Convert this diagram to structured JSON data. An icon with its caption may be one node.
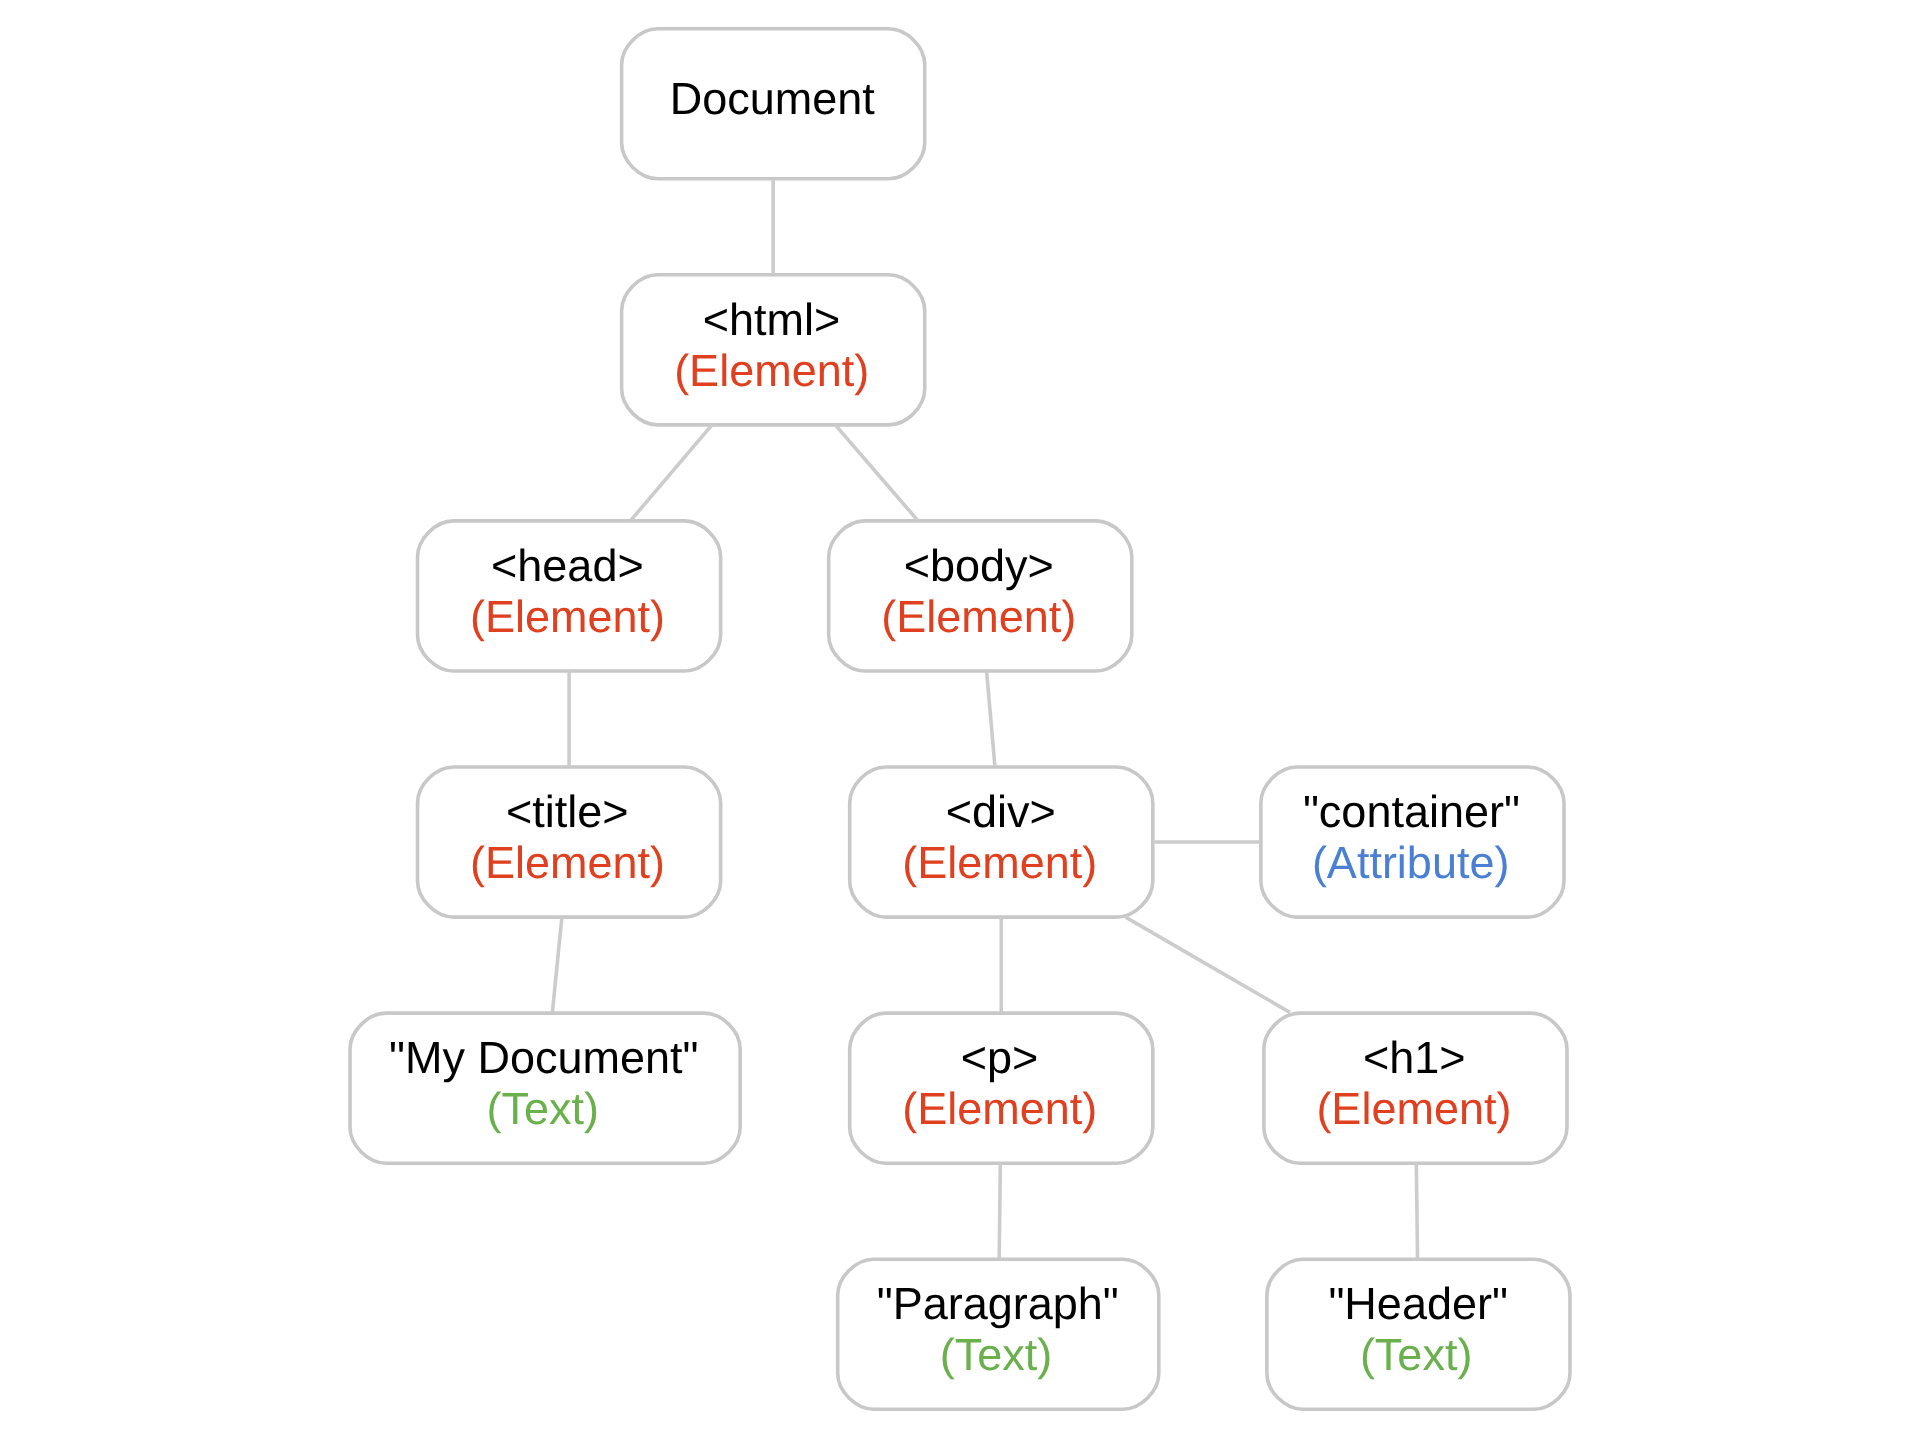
{
  "diagram": {
    "nodes": [
      {
        "text": [
          "Document"
        ]
      },
      {
        "text": [
          "<html>",
          "(Element)"
        ]
      },
      {
        "text": [
          "<head>",
          "(Element)"
        ]
      },
      {
        "text": [
          "<body>",
          "(Element)"
        ]
      },
      {
        "text": [
          "<title>",
          "(Element)"
        ]
      },
      {
        "text": [
          "<div>",
          "(Element)"
        ]
      },
      {
        "text": [
          "\"container\"",
          "(Attribute)"
        ]
      },
      {
        "text": [
          "\"My Document\"",
          "(Text)"
        ]
      },
      {
        "text": [
          "<p>",
          "(Element)"
        ]
      },
      {
        "text": [
          "<h1>",
          "(Element)"
        ]
      },
      {
        "text": [
          "\"Paragraph\"",
          "(Text)"
        ]
      },
      {
        "text": [
          "\"Header\"",
          "(Text)"
        ]
      }
    ],
    "edges": [
      {
        "from": 0,
        "to": 1,
        "arrow": "none"
      },
      {
        "from": 1,
        "to": 2,
        "arrow": "none"
      },
      {
        "from": 1,
        "to": 3,
        "arrow": "none"
      },
      {
        "from": 2,
        "to": 4,
        "arrow": "none"
      },
      {
        "from": 4,
        "to": 7,
        "arrow": "none"
      },
      {
        "from": 3,
        "to": 5,
        "arrow": "none"
      },
      {
        "from": 5,
        "to": 6,
        "arrow": "none"
      },
      {
        "from": 5,
        "to": 8,
        "arrow": "none"
      },
      {
        "from": 5,
        "to": 9,
        "arrow": "none"
      },
      {
        "from": 8,
        "to": 10,
        "arrow": "none"
      },
      {
        "from": 9,
        "to": 11,
        "arrow": "none"
      }
    ]
  }
}
